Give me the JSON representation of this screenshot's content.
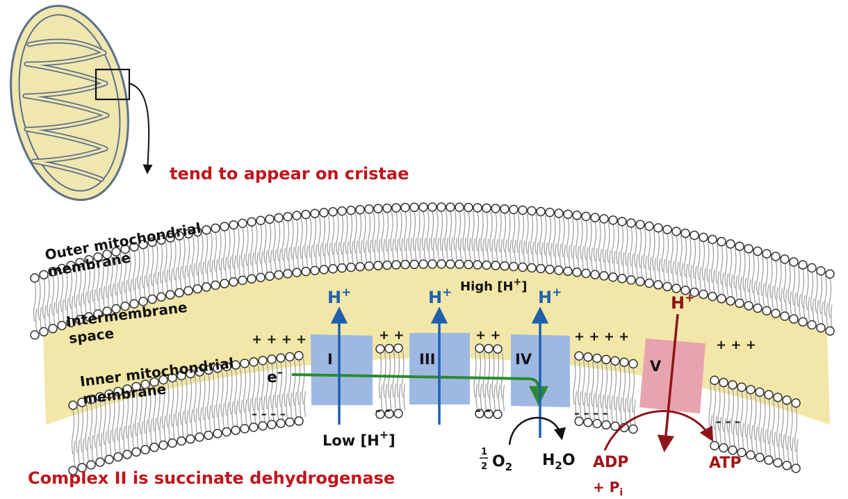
{
  "annotations": {
    "cristae_note": "tend to appear on cristae",
    "complex_ii_note": "Complex II is succinate dehydrogenase"
  },
  "labels": {
    "outer_membrane_line1": "Outer mitochondrial",
    "outer_membrane_line2": "membrane",
    "intermembrane_line1": "Intermembrane",
    "intermembrane_line2": "space",
    "inner_membrane_line1": "Inner mitochondrial",
    "inner_membrane_line2": "membrane",
    "high_h": "High [H",
    "low_h": "Low [H",
    "electron": "e",
    "electron_sup": "–",
    "h_plus": "H",
    "plus_sup": "+",
    "half_num": "1",
    "half_den": "2",
    "oxygen": "O",
    "oxygen_sub": "2",
    "water_h": "H",
    "water_sub": "2",
    "water_o": "O",
    "adp": "ADP",
    "pi": "+ P",
    "pi_sub": "i",
    "atp": "ATP"
  },
  "complexes": [
    {
      "id": "I",
      "label": "I"
    },
    {
      "id": "III",
      "label": "III"
    },
    {
      "id": "IV",
      "label": "IV"
    },
    {
      "id": "V",
      "label": "V"
    }
  ],
  "charges": {
    "plus4": "+ + + +",
    "plus2": "+ +",
    "plus3": "+ + +",
    "minus4": "– – – –",
    "minus2": "– –",
    "minus3": "– – –"
  },
  "colors": {
    "membrane_yellow": "#f2e7a8",
    "lipid_head": "#ffffff",
    "lipid_outline": "#333333",
    "complex_blue": "#9eb8e4",
    "complex_pink": "#e8a4ae",
    "h_blue": "#1f5fae",
    "h_red": "#8c1418",
    "electron_green": "#2c8a2c",
    "note_red": "#c0141c"
  }
}
